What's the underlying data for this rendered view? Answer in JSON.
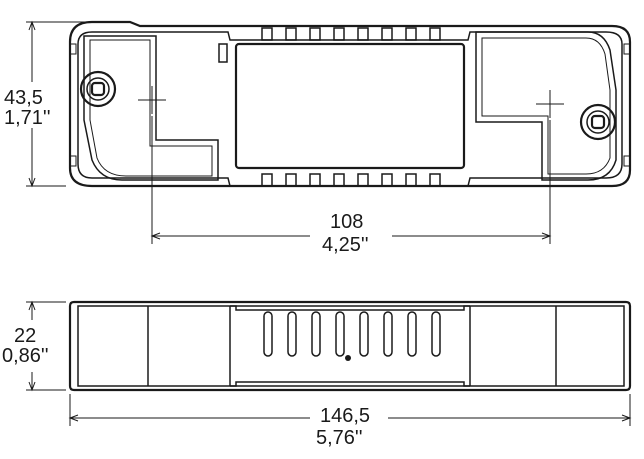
{
  "top_view": {
    "height_dim": {
      "metric": "43,5",
      "imperial": "1,71''"
    },
    "spacing_dim": {
      "metric": "108",
      "imperial": "4,25''"
    }
  },
  "side_view": {
    "height_dim": {
      "metric": "22",
      "imperial": "0,86''"
    },
    "length_dim": {
      "metric": "146,5",
      "imperial": "5,76''"
    }
  }
}
